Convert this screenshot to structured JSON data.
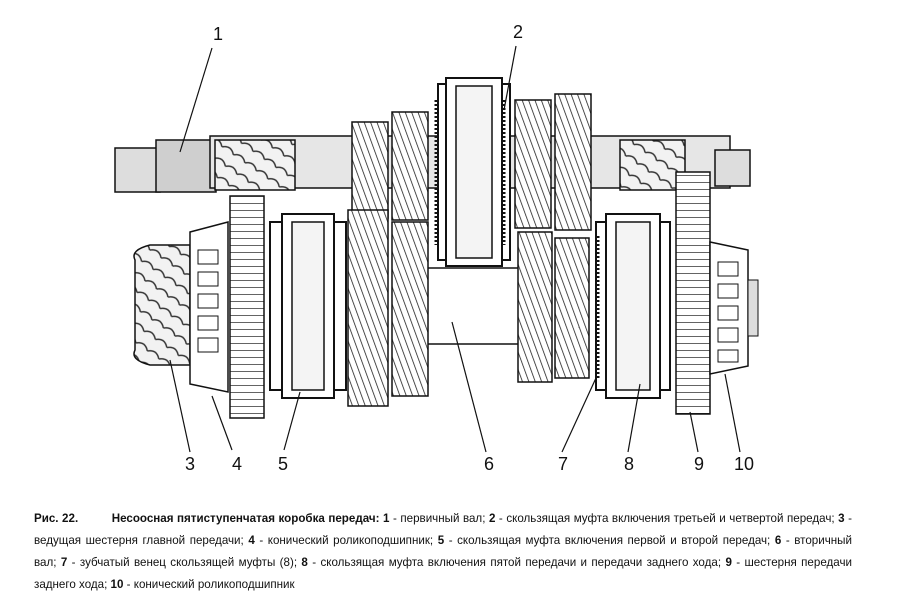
{
  "figure": {
    "callouts": [
      "1",
      "2",
      "3",
      "4",
      "5",
      "6",
      "7",
      "8",
      "9",
      "10"
    ]
  },
  "caption": {
    "fig_number": "Рис. 22.",
    "title": "Несоосная пятиступенчатая коробка передач:",
    "items": [
      {
        "num": "1",
        "text": " - первичный вал; "
      },
      {
        "num": "2",
        "text": " - скользящая муфта включения третьей и четвертой передач; "
      },
      {
        "num": "3",
        "text": " - ведущая шестерня главной передачи; "
      },
      {
        "num": "4",
        "text": " - конический роликоподшипник; "
      },
      {
        "num": "5",
        "text": " - скользящая муфта включения первой и второй передач; "
      },
      {
        "num": "6",
        "text": " - вторичный вал; "
      },
      {
        "num": "7",
        "text": " - зубчатый венец скользящей муфты (8); "
      },
      {
        "num": "8",
        "text": " - скользящая муфта включения пятой передачи и передачи заднего хода; "
      },
      {
        "num": "9",
        "text": " - шестерня передачи заднего хода; "
      },
      {
        "num": "10",
        "text": " - конический роликоподшипник"
      }
    ]
  }
}
